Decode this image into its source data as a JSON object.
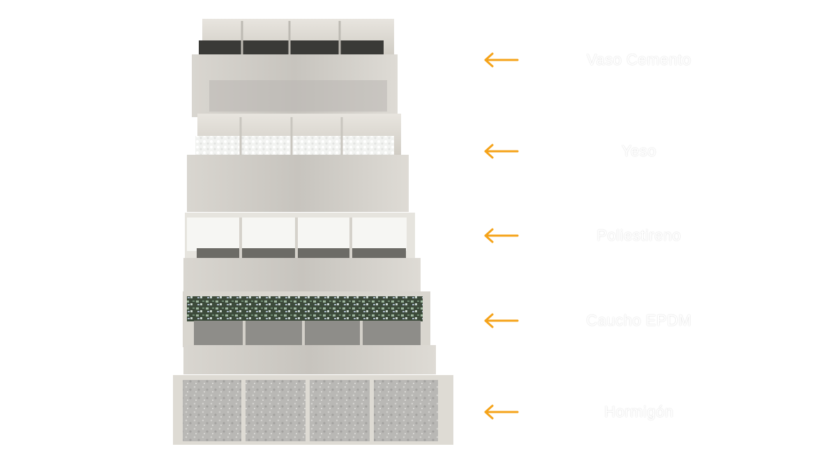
{
  "image": {
    "subject": "five stacked panel modules filled with different materials"
  },
  "colors": {
    "arrow": "#f5a31a",
    "label": "#ffffff"
  },
  "labels": [
    {
      "text": "Vaso Cemento"
    },
    {
      "text": "Yeso"
    },
    {
      "text": "Poliestireno"
    },
    {
      "text": "Caucho EPDM"
    },
    {
      "text": "Hormigón"
    }
  ]
}
